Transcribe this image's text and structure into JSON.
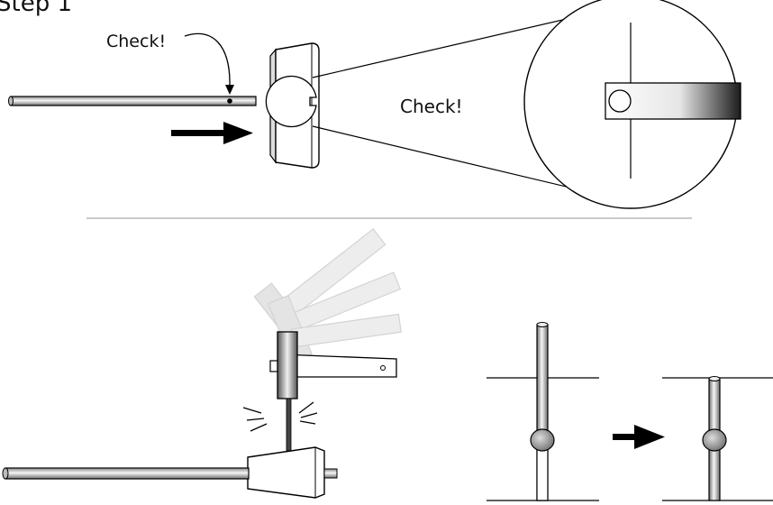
{
  "title": "Step 1",
  "labels": {
    "check_rod": "Check!",
    "check_zoom": "Check!"
  },
  "colors": {
    "stroke": "#000000",
    "divider": "#b9b9b9",
    "ghost": "#cfcfcf",
    "ghost_fill": "#e6e6e6",
    "rod_light": "#f4f4f4",
    "rod_dark": "#7a7a7a"
  },
  "icons": [
    "insert-arrow-icon",
    "right-arrow-icon",
    "impact-lines-icon"
  ]
}
